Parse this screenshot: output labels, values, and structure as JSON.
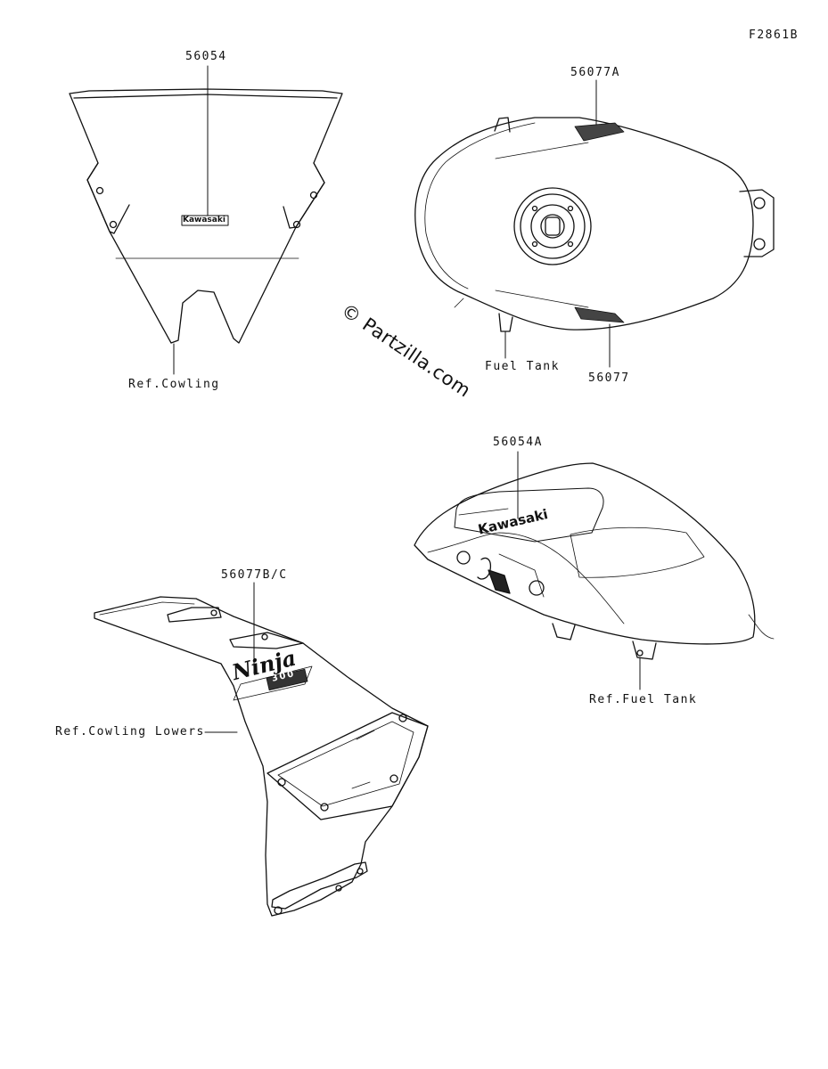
{
  "figure_code": "F2861B",
  "watermark": "© Partzilla.com",
  "callouts": {
    "windshield_decal": "56054",
    "tank_decal_top": "56077A",
    "tank_decal_bottom": "56077",
    "tank_side_decal": "56054A",
    "fairing_decal": "56077B/C"
  },
  "references": {
    "cowling": "Ref.Cowling",
    "fuel_tank_top": "Fuel Tank",
    "fuel_tank_side": "Ref.Fuel Tank",
    "cowling_lowers": "Ref.Cowling Lowers"
  },
  "decal_text": {
    "windshield_brand": "Kawasaki",
    "tank_brand": "Kawasaki",
    "model_name": "Ninja",
    "model_displacement": "300"
  }
}
